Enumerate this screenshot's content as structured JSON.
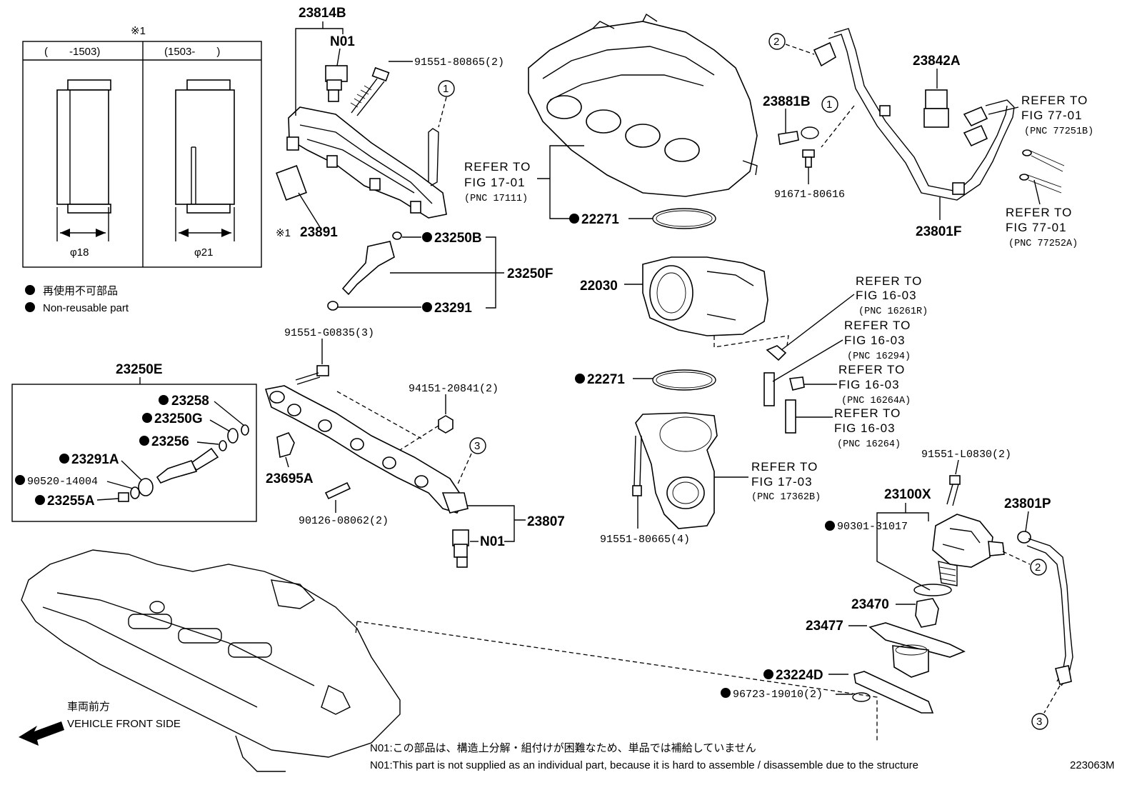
{
  "inset": {
    "mark": "※1",
    "col_left": "(　　-1503)",
    "col_right": "(1503-　　)",
    "dim_left": "φ18",
    "dim_right": "φ21"
  },
  "legend": {
    "jp": "再使用不可部品",
    "en": "Non-reusable part"
  },
  "parts": {
    "p23814B": "23814B",
    "n01_top": "N01",
    "p91551_80865": "91551-80865(2)",
    "circle1_top": "1",
    "mark_23891": "※1",
    "p23891": "23891",
    "p23250B": "23250B",
    "p23250F": "23250F",
    "p23291": "23291",
    "p91551_G0835": "91551-G0835(3)",
    "p23250E": "23250E",
    "p23258": "23258",
    "p23250G": "23250G",
    "p23256": "23256",
    "p23291A": "23291A",
    "p90520_14004": "90520-14004",
    "p23255A": "23255A",
    "p94151_20841": "94151-20841(2)",
    "circle3_mid": "3",
    "p23695A": "23695A",
    "p90126_08062": "90126-08062(2)",
    "p23807": "23807",
    "n01_bot": "N01",
    "p22271_top": "22271",
    "p22030": "22030",
    "p22271_mid": "22271",
    "p91551_80665": "91551-80665(4)",
    "circle2_top": "2",
    "circle1_right": "1",
    "p23881B": "23881B",
    "p91671_80616": "91671-80616",
    "p23842A": "23842A",
    "p23801F": "23801F",
    "p91551_L0830": "91551-L0830(2)",
    "p23100X": "23100X",
    "p23801P": "23801P",
    "p90301_31017": "90301-31017",
    "circle2_right": "2",
    "p23470": "23470",
    "p23477": "23477",
    "p23224D": "23224D",
    "p96723_19010": "96723-19010(2)",
    "circle3_bot": "3"
  },
  "refers": {
    "r17_01": {
      "l1": "REFER TO",
      "l2": "FIG 17-01",
      "l3": "(PNC 17111)"
    },
    "r77_01a": {
      "l1": "REFER TO",
      "l2": "FIG 77-01",
      "l3": "(PNC 77251B)"
    },
    "r77_01b": {
      "l1": "REFER TO",
      "l2": "FIG 77-01",
      "l3": "(PNC 77252A)"
    },
    "r16_03a": {
      "l1": "REFER TO",
      "l2": "FIG 16-03",
      "l3": "(PNC 16261R)"
    },
    "r16_03b": {
      "l1": "REFER TO",
      "l2": "FIG 16-03",
      "l3": "(PNC 16294)"
    },
    "r16_03c": {
      "l1": "REFER TO",
      "l2": "FIG 16-03",
      "l3": "(PNC 16264A)"
    },
    "r16_03d": {
      "l1": "REFER TO",
      "l2": "FIG 16-03",
      "l3": "(PNC 16264)"
    },
    "r17_03": {
      "l1": "REFER TO",
      "l2": "FIG 17-03",
      "l3": "(PNC 17362B)"
    }
  },
  "direction": {
    "jp": "車両前方",
    "en": "VEHICLE FRONT SIDE"
  },
  "footnotes": {
    "jp": "N01:この部品は、構造上分解・組付けが困難なため、単品では補給していません",
    "en": "N01:This part is not supplied as an individual part, because it is hard to assemble / disassemble due to the structure"
  },
  "figure_code": "223063M"
}
